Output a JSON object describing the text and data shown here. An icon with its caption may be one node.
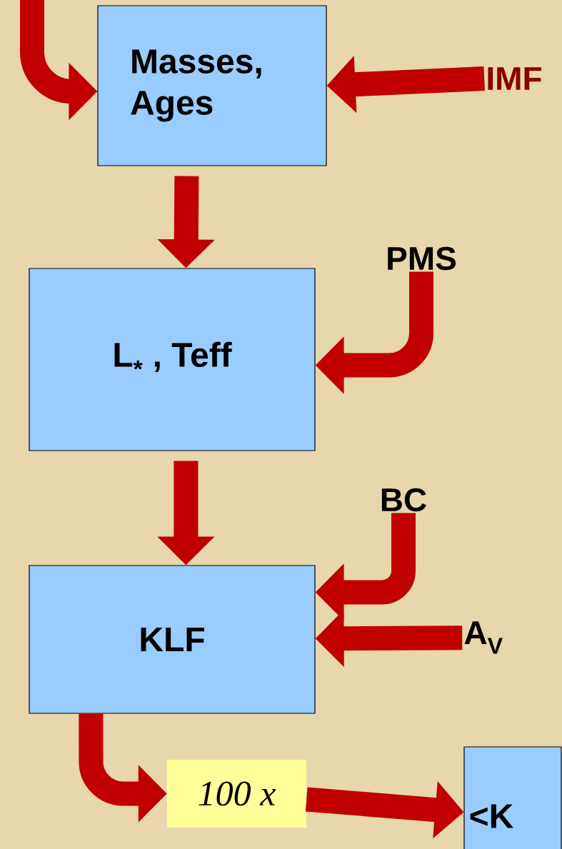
{
  "diagram": {
    "nodes": [
      {
        "text": [
          "Masses, Ages"
        ]
      },
      {
        "text": [
          "IMF"
        ]
      },
      {
        "text": [
          "L$_{*}$ , Teff"
        ]
      },
      {
        "text": [
          "PMS"
        ]
      },
      {
        "text": [
          "KLF"
        ]
      },
      {
        "text": [
          "BC"
        ]
      },
      {
        "text": [
          "A$_{V}$"
        ]
      },
      {
        "text": [
          "100 x"
        ]
      },
      {
        "text": [
          "<K"
        ]
      }
    ],
    "edges": [
      {
        "from": null,
        "to": 0,
        "arrow": "to"
      },
      {
        "from": 1,
        "to": 0,
        "arrow": "to"
      },
      {
        "from": 0,
        "to": 2,
        "arrow": "to"
      },
      {
        "from": 3,
        "to": 2,
        "arrow": "to"
      },
      {
        "from": 2,
        "to": 4,
        "arrow": "to"
      },
      {
        "from": 5,
        "to": 4,
        "arrow": "to"
      },
      {
        "from": 6,
        "to": 4,
        "arrow": "to"
      },
      {
        "from": 4,
        "to": 7,
        "arrow": "to"
      },
      {
        "from": 7,
        "to": 8,
        "arrow": "to"
      }
    ]
  }
}
